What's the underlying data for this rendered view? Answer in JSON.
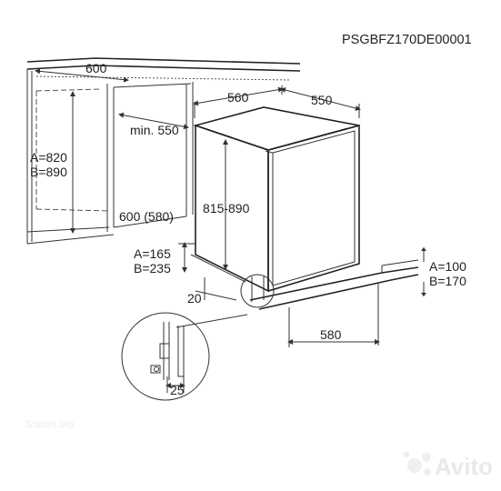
{
  "drawing_code": "PSGBFZ170DE00001",
  "dimensions": {
    "cabinet_depth": "600",
    "cabinet_height_a": "A=820",
    "cabinet_height_b": "B=890",
    "niche_width_min": "min. 550",
    "niche_depth": "600 (580)",
    "niche_height": "815-890",
    "appliance_width": "560",
    "appliance_depth": "550",
    "plinth_a": "A=165",
    "plinth_b": "B=235",
    "door_offset": "20",
    "plinth_height_a": "A=100",
    "plinth_height_b": "B=170",
    "appliance_base_depth": "580",
    "hinge_gap": "25"
  },
  "watermark": {
    "brand": "Avito",
    "faint_text": "Stattes.bro"
  }
}
